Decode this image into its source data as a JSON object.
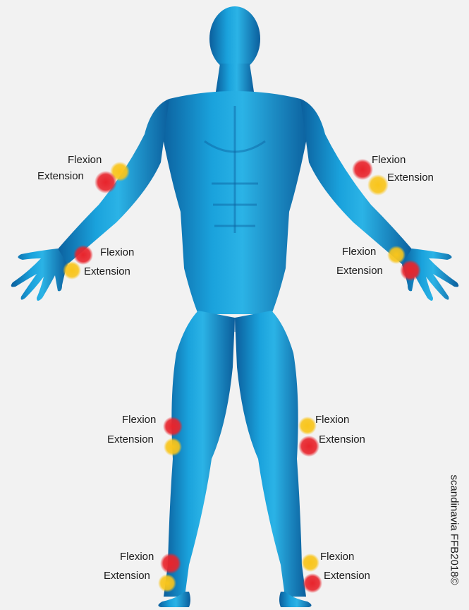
{
  "labels": {
    "flexion": "Flexion",
    "extension": "Extension"
  },
  "credit": "scandinavia FFB2018©",
  "colors": {
    "background": "#f2f2f2",
    "body_main": "#1a9ad6",
    "body_dark": "#0a5f9e",
    "flexion_dot": "#e8242c",
    "extension_dot": "#f9c51b"
  }
}
